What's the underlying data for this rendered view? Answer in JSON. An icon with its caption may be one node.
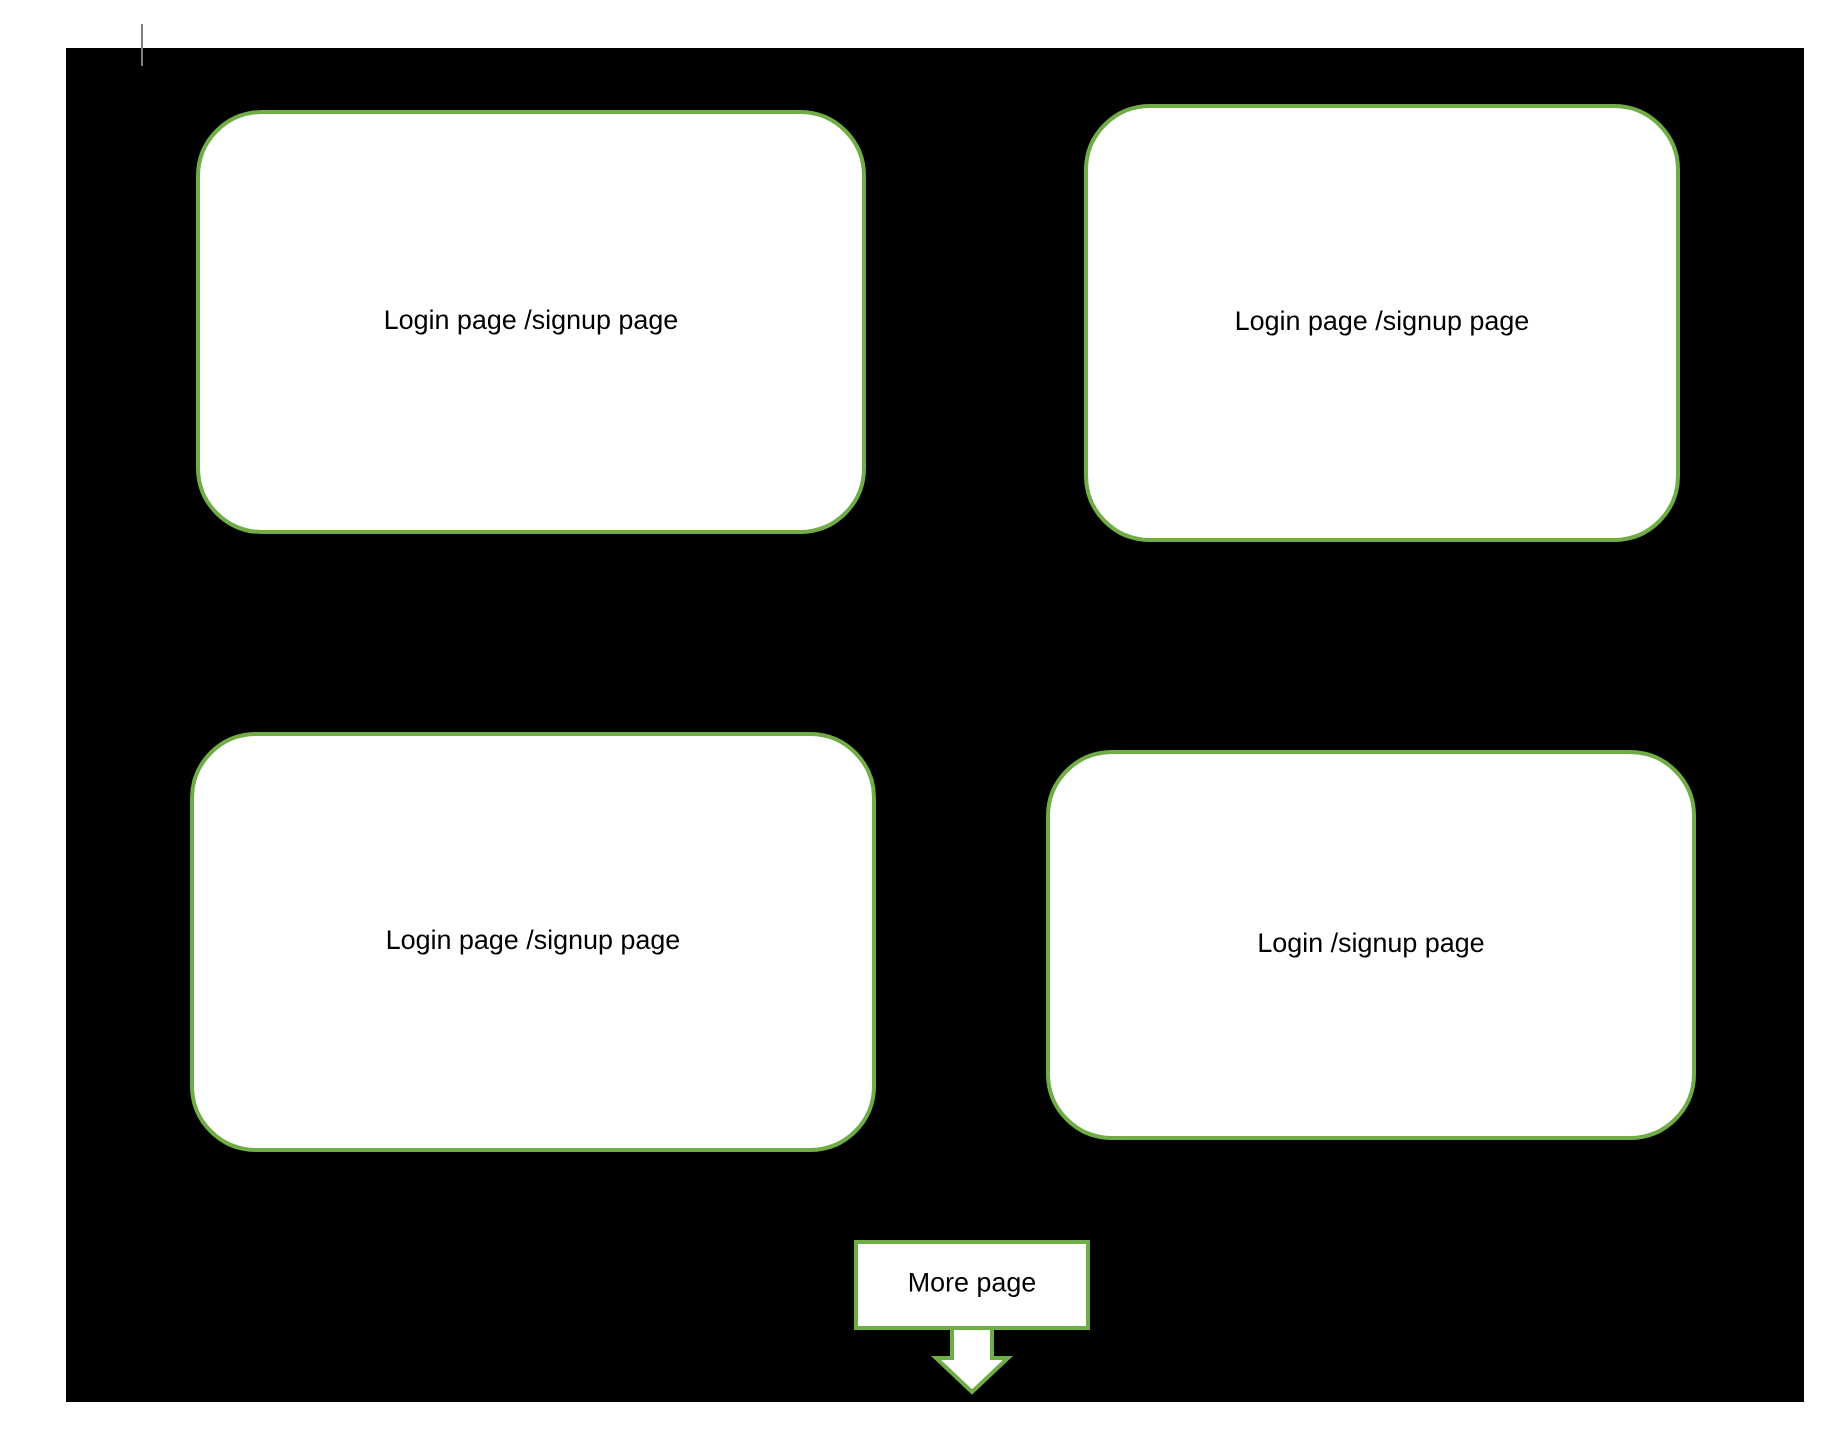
{
  "diagram": {
    "nodes": [
      {
        "text": [
          "Login page /signup page"
        ]
      },
      {
        "text": [
          "Login page /signup page"
        ]
      },
      {
        "text": [
          "Login page /signup page"
        ]
      },
      {
        "text": [
          "Login /signup page"
        ]
      },
      {
        "text": [
          "More page"
        ]
      }
    ]
  }
}
